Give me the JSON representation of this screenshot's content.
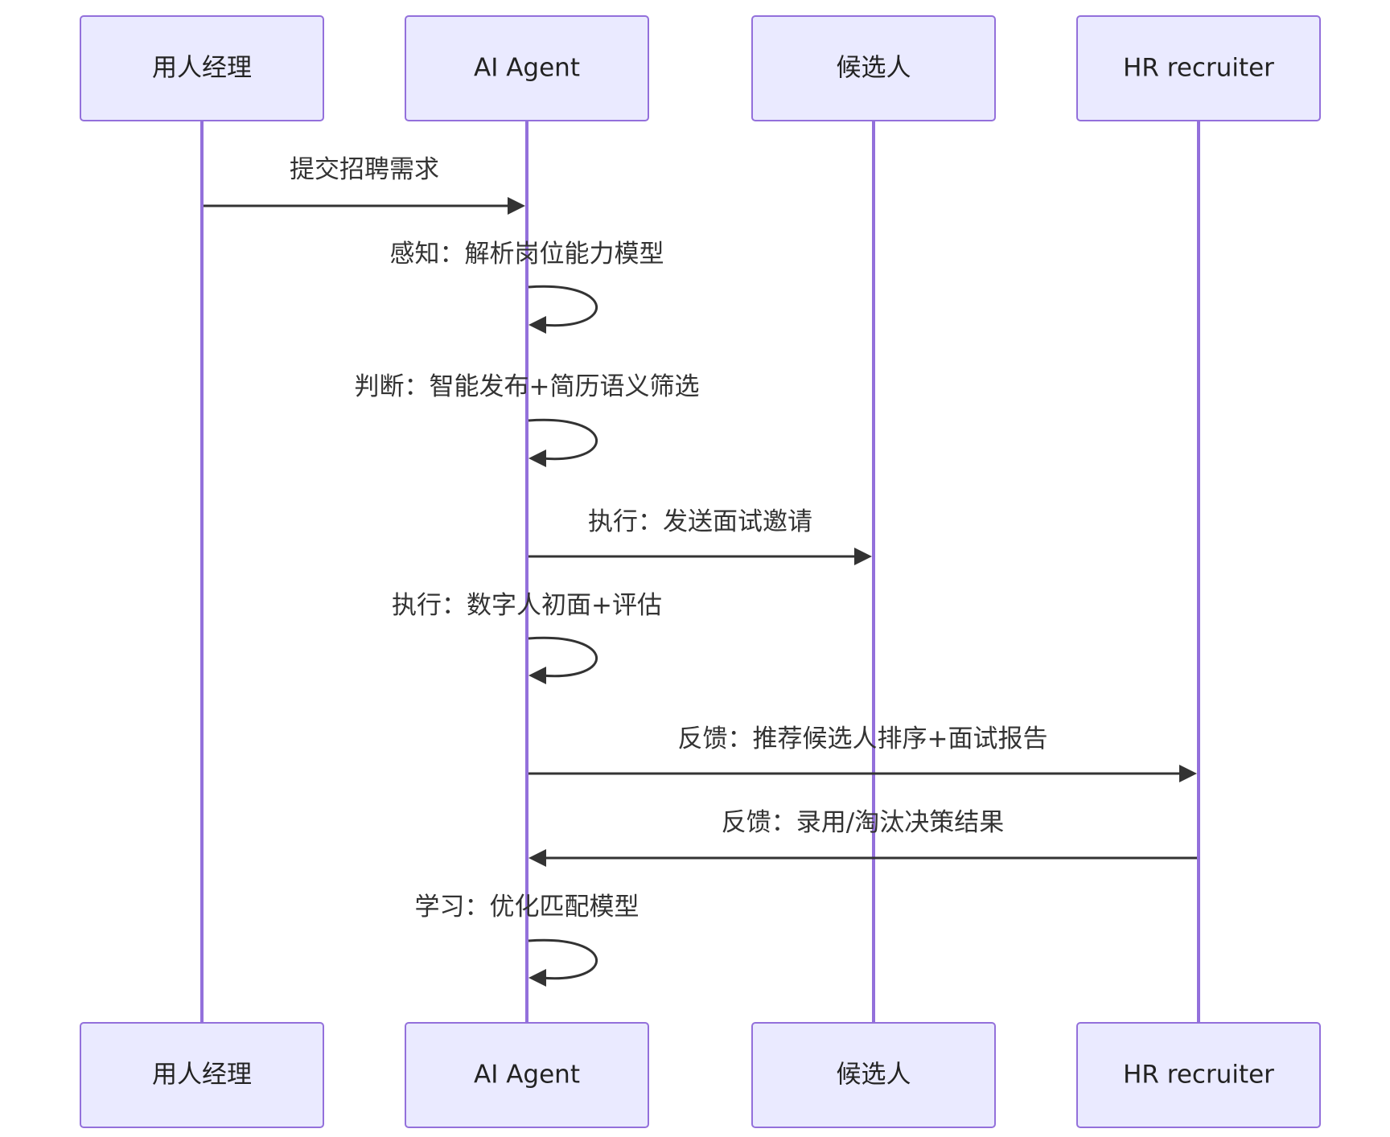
{
  "diagram": {
    "type": "sequence",
    "actors": [
      {
        "id": "manager",
        "label": "用人经理"
      },
      {
        "id": "agent",
        "label": "AI Agent"
      },
      {
        "id": "candidate",
        "label": "候选人"
      },
      {
        "id": "hr",
        "label": "HR recruiter"
      }
    ],
    "messages": [
      {
        "from": "manager",
        "to": "agent",
        "label": "提交招聘需求"
      },
      {
        "from": "agent",
        "to": "agent",
        "label": "感知：解析岗位能力模型"
      },
      {
        "from": "agent",
        "to": "agent",
        "label": "判断：智能发布+简历语义筛选"
      },
      {
        "from": "agent",
        "to": "candidate",
        "label": "执行：发送面试邀请"
      },
      {
        "from": "agent",
        "to": "agent",
        "label": "执行：数字人初面+评估"
      },
      {
        "from": "agent",
        "to": "hr",
        "label": "反馈：推荐候选人排序+面试报告"
      },
      {
        "from": "hr",
        "to": "agent",
        "label": "反馈：录用/淘汰决策结果"
      },
      {
        "from": "agent",
        "to": "agent",
        "label": "学习：优化匹配模型"
      }
    ]
  },
  "colors": {
    "actor_fill": "#eaeaff",
    "actor_stroke": "#9370db",
    "lifeline": "#9370db",
    "message": "#333333"
  }
}
